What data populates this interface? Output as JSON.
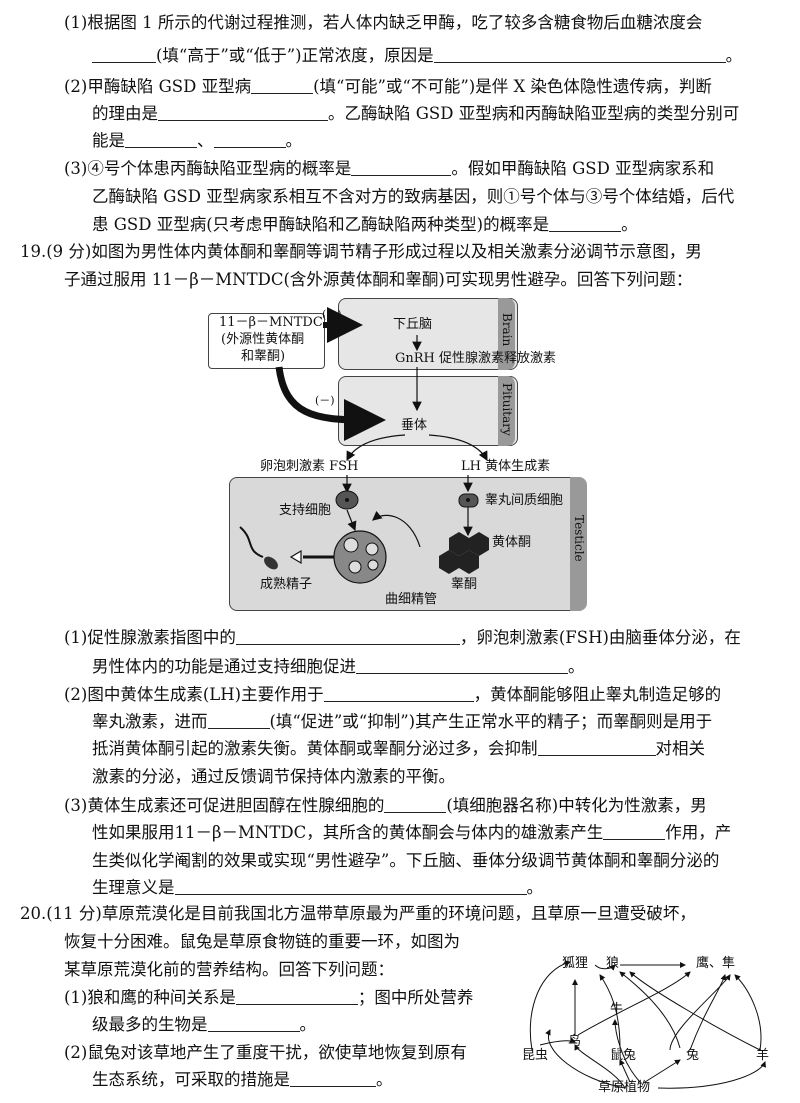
{
  "q18": {
    "p1_l1": "(1)根据图 1 所示的代谢过程推测，若人体内缺乏甲酶，吃了较多含糖食物后血糖浓度会",
    "p1_l2": "(填“高于”或“低于”)正常浓度，原因是",
    "p1_end": "。",
    "p2_l1a": "(2)甲酶缺陷 GSD 亚型病",
    "p2_l1b": "(填“可能”或“不可能”)是伴 X 染色体隐性遗传病，判断",
    "p2_l2a": "的理由是",
    "p2_l2b": "。乙酶缺陷 GSD 亚型病和丙酶缺陷亚型病的类型分别可",
    "p2_l3a": "能是",
    "p2_l3b": "、",
    "p2_l3c": "。",
    "p3_l1a": "(3)④号个体患丙酶缺陷亚型病的概率是",
    "p3_l1b": "。假如甲酶缺陷 GSD 亚型病家系和",
    "p3_l2": "乙酶缺陷 GSD 亚型病家系相互不含对方的致病基因，则①号个体与③号个体结婚，后代",
    "p3_l3a": "患 GSD 亚型病(只考虑甲酶缺陷和乙酶缺陷两种类型)的概率是",
    "p3_l3b": "。"
  },
  "q19": {
    "head_l1": "19.(9 分)如图为男性体内黄体酮和睾酮等调节精子形成过程以及相关激素分泌调节示意图，男",
    "head_l2": "子通过服用 11－β－MNTDC(含外源黄体酮和睾酮)可实现男性避孕。回答下列问题：",
    "diagram": {
      "drug_l1": "11－β－MNTDC",
      "drug_l2": "(外源性黄体酮",
      "drug_l3": "和睾酮)",
      "neg1": "(－)",
      "neg2": "(－)",
      "hypothalamus": "下丘脑",
      "gnrh": "GnRH 促性腺激素释放激素",
      "brain": "Brain",
      "pituitary_cn": "垂体",
      "pituitary": "Pituitary",
      "fsh": "卵泡刺激素 FSH",
      "lh": "LH 黄体生成素",
      "sertoli": "支持细胞",
      "leydig": "睾丸间质细胞",
      "progesterone": "黄体酮",
      "testosterone": "睾酮",
      "sperm": "成熟精子",
      "tubule": "曲细精管",
      "testicle": "Testicle"
    },
    "p1_l1a": "(1)促性腺激素指图中的",
    "p1_l1b": "，卵泡刺激素(FSH)由脑垂体分泌，在",
    "p1_l2a": "男性体内的功能是通过支持细胞促进",
    "p1_l2b": "。",
    "p2_l1a": "(2)图中黄体生成素(LH)主要作用于",
    "p2_l1b": "，黄体酮能够阻止睾丸制造足够的",
    "p2_l2a": "睾丸激素，进而",
    "p2_l2b": "(填“促进”或“抑制”)其产生正常水平的精子；而睾酮则是用于",
    "p2_l3a": "抵消黄体酮引起的激素失衡。黄体酮或睾酮分泌过多，会抑制",
    "p2_l3b": "对相关",
    "p2_l4": "激素的分泌，通过反馈调节保持体内激素的平衡。",
    "p3_l1a": "(3)黄体生成素还可促进胆固醇在性腺细胞的",
    "p3_l1b": "(填细胞器名称)中转化为性激素，男",
    "p3_l2a": "性如果服用11－β－MNTDC，其所含的黄体酮会与体内的雄激素产生",
    "p3_l2b": "作用，产",
    "p3_l3": "生类似化学阉割的效果或实现“男性避孕”。下丘脑、垂体分级调节黄体酮和睾酮分泌的",
    "p3_l4a": "生理意义是",
    "p3_l4b": "。"
  },
  "q20": {
    "head_l1": "20.(11 分)草原荒漠化是目前我国北方温带草原最为严重的环境问题，且草原一旦遭受破坏，",
    "head_l2": "恢复十分困难。鼠兔是草原食物链的重要一环，如图为",
    "head_l3": "某草原荒漠化前的营养结构。回答下列问题：",
    "p1_l1a": "(1)狼和鹰的种间关系是",
    "p1_l1b": "；图中所处营养",
    "p1_l2a": "级最多的生物是",
    "p1_l2b": "。",
    "p2_l1": "(2)鼠兔对该草地产生了重度干扰，欲使草地恢复到原有",
    "p2_l2a": "生态系统，可采取的措施是",
    "p2_l2b": "。",
    "web": {
      "fox": "狐狸",
      "wolf": "狼",
      "eagle": "鹰、隼",
      "cattle": "牛",
      "bird": "鸟",
      "insect": "昆虫",
      "pika": "鼠兔",
      "hare": "兔",
      "sheep": "羊",
      "plant": "草原植物"
    }
  }
}
